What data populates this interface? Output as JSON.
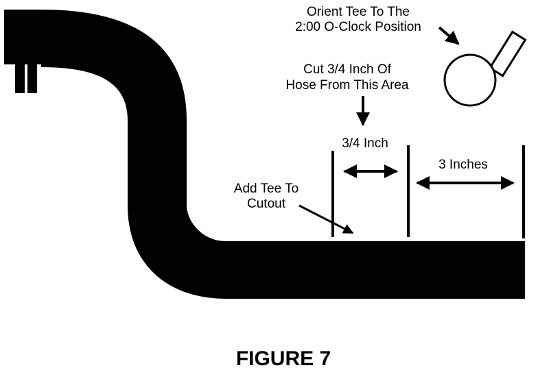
{
  "labels": {
    "orient_line1": "Orient Tee To The",
    "orient_line2": "2:00 O-Clock Position",
    "cut_line1": "Cut 3/4 Inch Of",
    "cut_line2": "Hose From This Area",
    "three_quarter": "3/4 Inch",
    "three_inches": "3 Inches",
    "add_tee_line1": "Add Tee To",
    "add_tee_line2": "Cutout"
  },
  "caption": "FIGURE 7",
  "colors": {
    "ink": "#000000",
    "paper": "#ffffff"
  }
}
